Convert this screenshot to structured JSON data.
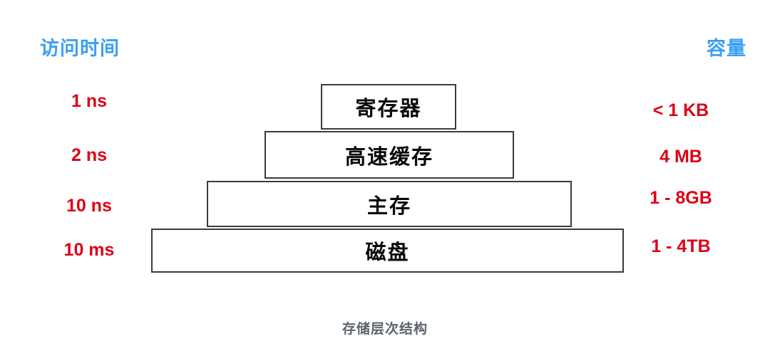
{
  "headers": {
    "left": "访问时间",
    "right": "容量"
  },
  "caption": "存储层次结构",
  "colors": {
    "header_blue": "#3a9ff5",
    "value_red": "#de0016",
    "box_border": "#3b3b3b",
    "box_fill": "#ffffff",
    "caption_gray": "#5a636b",
    "background": "#ffffff"
  },
  "chart_data": {
    "type": "diagram",
    "title": "存储层次结构",
    "tiers": [
      {
        "name": "寄存器",
        "access_time": "1 ns",
        "capacity": "< 1 KB"
      },
      {
        "name": "高速缓存",
        "access_time": "2 ns",
        "capacity": "4 MB"
      },
      {
        "name": "主存",
        "access_time": "10 ns",
        "capacity": "1 - 8GB"
      },
      {
        "name": "磁盘",
        "access_time": "10 ms",
        "capacity": "1 - 4TB"
      }
    ]
  }
}
